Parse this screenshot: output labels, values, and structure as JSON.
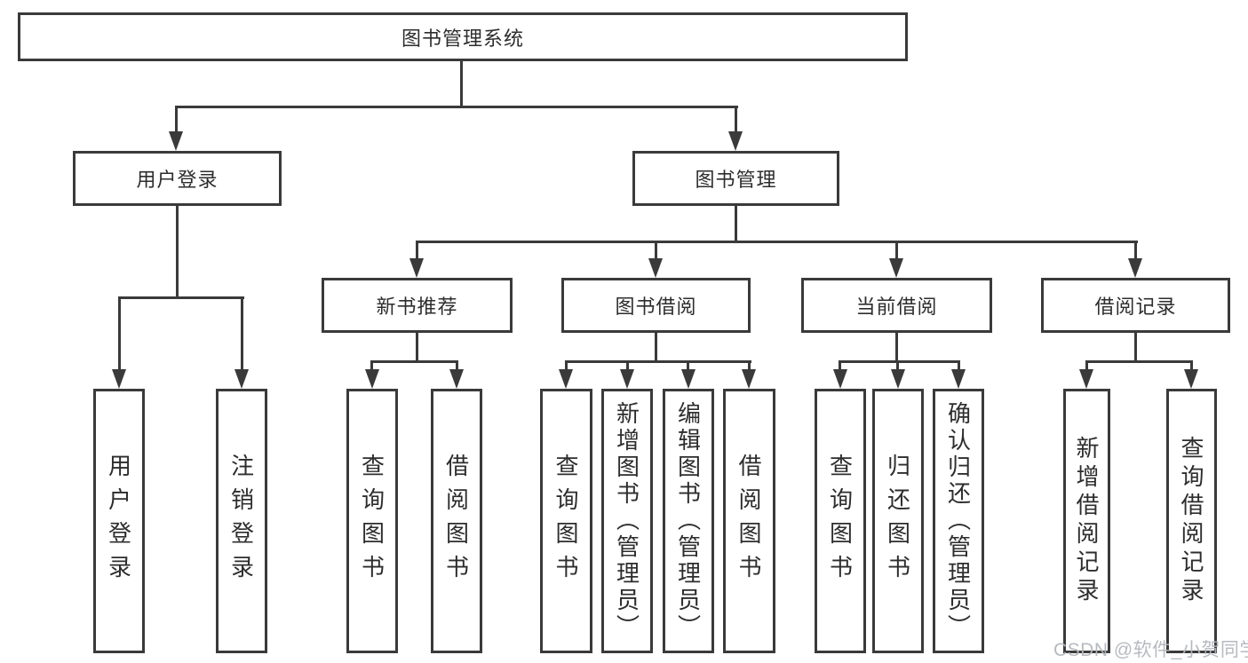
{
  "diagram": {
    "root": {
      "label": "图书管理系统"
    },
    "branches": [
      {
        "label": "用户登录",
        "children": [
          {
            "label": "用户登录"
          },
          {
            "label": "注销登录"
          }
        ]
      },
      {
        "label": "图书管理",
        "children": [
          {
            "label": "新书推荐",
            "children": [
              {
                "label": "查询图书"
              },
              {
                "label": "借阅图书"
              }
            ]
          },
          {
            "label": "图书借阅",
            "children": [
              {
                "label": "查询图书"
              },
              {
                "label": "新增图书（管理员）"
              },
              {
                "label": "编辑图书（管理员）"
              },
              {
                "label": "借阅图书"
              }
            ]
          },
          {
            "label": "当前借阅",
            "children": [
              {
                "label": "查询图书"
              },
              {
                "label": "归还图书"
              },
              {
                "label": "确认归还（管理员）"
              }
            ]
          },
          {
            "label": "借阅记录",
            "children": [
              {
                "label": "新增借阅记录"
              },
              {
                "label": "查询借阅记录"
              }
            ]
          }
        ]
      }
    ]
  },
  "watermark": {
    "text": "CSDN @软件_小贺同学"
  },
  "colors": {
    "line": "#3a3a3a",
    "border": "#3a3a3a",
    "text": "#2d2d2d",
    "watermark": "#b2b6bc",
    "background": "#ffffff"
  }
}
